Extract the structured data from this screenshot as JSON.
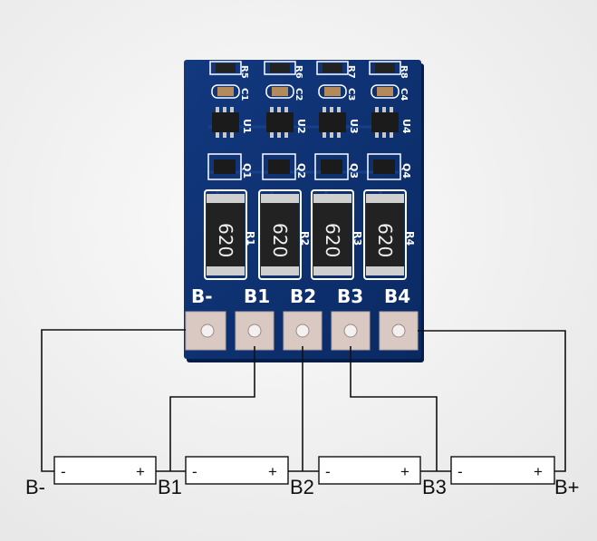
{
  "board": {
    "pad_labels": [
      "B-",
      "B1",
      "B2",
      "B3",
      "B4"
    ],
    "resistors": [
      {
        "value": "620",
        "ref": "R1"
      },
      {
        "value": "620",
        "ref": "R2"
      },
      {
        "value": "620",
        "ref": "R3"
      },
      {
        "value": "620",
        "ref": "R4"
      }
    ],
    "ics": [
      "U1",
      "U2",
      "U3",
      "U4"
    ],
    "transistors": [
      "Q1",
      "Q2",
      "Q3",
      "Q4"
    ],
    "caps": [
      "C1",
      "C2",
      "C3",
      "C4"
    ],
    "small_resistors": [
      "R5",
      "R6",
      "R7",
      "R8"
    ],
    "colors": {
      "pcb": "#0d2f6e",
      "silk": "#ffffff",
      "pad": "#d9c9c2"
    }
  },
  "diagram": {
    "nodes": [
      "B-",
      "B1",
      "B2",
      "B3",
      "B+"
    ],
    "cell_minus": "-",
    "cell_plus": "+"
  }
}
